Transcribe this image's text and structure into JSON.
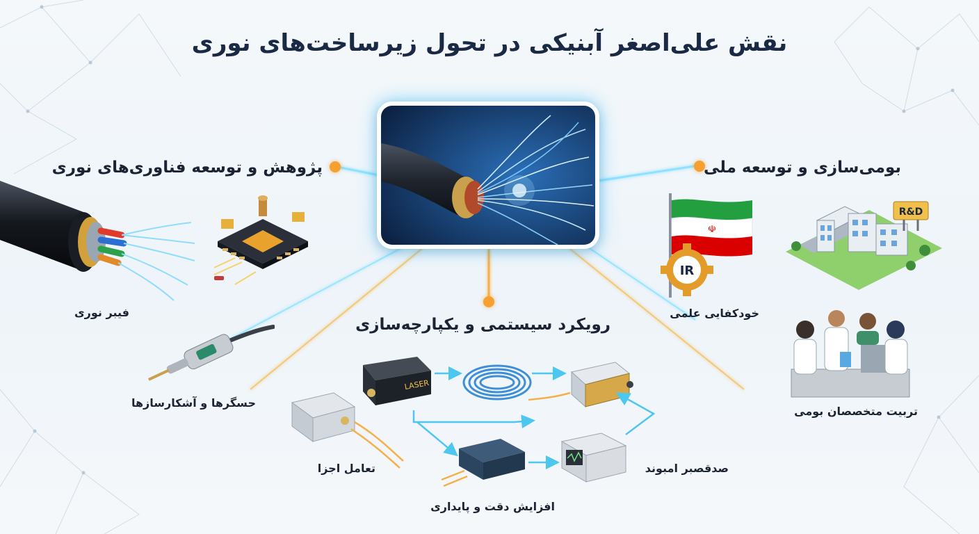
{
  "title": "نقش علی‌اصغر آبنیکی در تحول زیرساخت‌های نوری",
  "branches": {
    "research": "پژوهش و توسعه فناوری‌های نوری",
    "localization": "بومی‌سازی و توسعه ملی",
    "systems": "رویکرد سیستمی و یکپارچه‌سازی"
  },
  "items": {
    "optical_fiber": "فیبر نوری",
    "sensors": "حسگرها و آشکارسازها",
    "self_sufficiency": "خودکفایی علمی",
    "specialists": "تربیت متخصصان بومی",
    "component_interaction": "تعامل اجزا",
    "precision": "افزایش دقت و پایداری",
    "truthfulness": "صدقصبر امبوند"
  },
  "device_labels": {
    "laser": "LASER",
    "rd": "R&D",
    "ir": "IR"
  },
  "colors": {
    "accent_orange": "#f5a030",
    "glow_cyan": "#5ad2ff",
    "title_navy": "#1b2a44"
  }
}
